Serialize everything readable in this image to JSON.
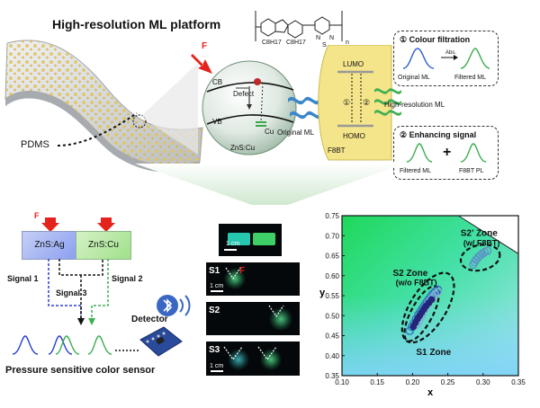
{
  "header": {
    "title": "High-resolution ML platform",
    "force_label": "F"
  },
  "top": {
    "pdms_label": "PDMS",
    "cb_label": "CB",
    "vb_label": "VB",
    "defect_label": "Defect",
    "cu_label": "Cu",
    "zns_label": "ZnS:Cu",
    "original_ml_label": "Original ML",
    "lumo_label": "LUMO",
    "homo_label": "HOMO",
    "f8bt_label": "F8BT",
    "n_label": "n",
    "circle1": "①",
    "circle2": "②",
    "hr_ml_label": "High-resolution ML",
    "chem": {
      "c8_label": "C8H17",
      "c8b_label": "C8H17",
      "n1": "N",
      "s": "S",
      "n2": "N"
    }
  },
  "panels": {
    "filtration": {
      "title": "① Colour filtration",
      "abs_label": "Abs.",
      "left_label": "Original ML",
      "right_label": "Filtered ML"
    },
    "enhance": {
      "title": "② Enhancing signal",
      "plus": "+",
      "left_label": "Filtered ML",
      "right_label": "F8BT PL"
    }
  },
  "sensor": {
    "f1": "F",
    "f2": "F",
    "box1": "ZnS:Ag",
    "box2": "ZnS:Cu",
    "signal1": "Signal 1",
    "signal2": "Signal 2",
    "signal3": "Signal 3",
    "detector": "Detector",
    "caption": "Pressure sensitive color sensor"
  },
  "photos": {
    "scale_top": "1 cm",
    "s1": "S1",
    "s2": "S2",
    "s3": "S3",
    "f_mark": "F",
    "scale_s1": "1 cm",
    "scale_s3": "1 cm"
  },
  "chart_data": {
    "type": "scatter",
    "xlabel": "x",
    "ylabel": "y",
    "xlim": [
      0.1,
      0.35
    ],
    "ylim": [
      0.35,
      0.75
    ],
    "xticks": [
      "0.10",
      "0.15",
      "0.20",
      "0.25",
      "0.30",
      "0.35"
    ],
    "yticks": [
      "0.35",
      "0.40",
      "0.45",
      "0.50",
      "0.55",
      "0.60",
      "0.65",
      "0.70",
      "0.75"
    ],
    "annotations": [
      "S2’ Zone",
      "(w/ F8BT)",
      "S2 Zone",
      "(w/o F8BT)",
      "S1 Zone"
    ],
    "series": [
      {
        "values_xy": [
          [
            0.196,
            0.462
          ],
          [
            0.199,
            0.472
          ],
          [
            0.202,
            0.482
          ],
          [
            0.205,
            0.492
          ],
          [
            0.208,
            0.502
          ],
          [
            0.211,
            0.51
          ],
          [
            0.214,
            0.518
          ],
          [
            0.217,
            0.526
          ],
          [
            0.22,
            0.534
          ],
          [
            0.223,
            0.541
          ],
          [
            0.226,
            0.548
          ],
          [
            0.229,
            0.555
          ],
          [
            0.232,
            0.56
          ],
          [
            0.236,
            0.565
          ]
        ]
      },
      {
        "values_xy": [
          [
            0.206,
            0.478
          ],
          [
            0.209,
            0.488
          ],
          [
            0.212,
            0.498
          ],
          [
            0.215,
            0.508
          ],
          [
            0.218,
            0.518
          ],
          [
            0.221,
            0.527
          ],
          [
            0.224,
            0.536
          ],
          [
            0.228,
            0.545
          ],
          [
            0.232,
            0.553
          ],
          [
            0.236,
            0.56
          ]
        ]
      },
      {
        "values_xy": [
          [
            0.201,
            0.472
          ],
          [
            0.204,
            0.482
          ],
          [
            0.207,
            0.492
          ],
          [
            0.21,
            0.5
          ],
          [
            0.213,
            0.508
          ],
          [
            0.216,
            0.516
          ],
          [
            0.219,
            0.524
          ],
          [
            0.223,
            0.532
          ],
          [
            0.227,
            0.54
          ]
        ]
      },
      {
        "values_xy": [
          [
            0.286,
            0.628
          ],
          [
            0.288,
            0.634
          ],
          [
            0.29,
            0.64
          ],
          [
            0.293,
            0.646
          ],
          [
            0.296,
            0.651
          ],
          [
            0.299,
            0.655
          ],
          [
            0.302,
            0.659
          ],
          [
            0.306,
            0.662
          ]
        ]
      }
    ],
    "colors": [
      "#2e6fbf",
      "#8aa9d6",
      "#25267a",
      "#5d90c9"
    ]
  }
}
